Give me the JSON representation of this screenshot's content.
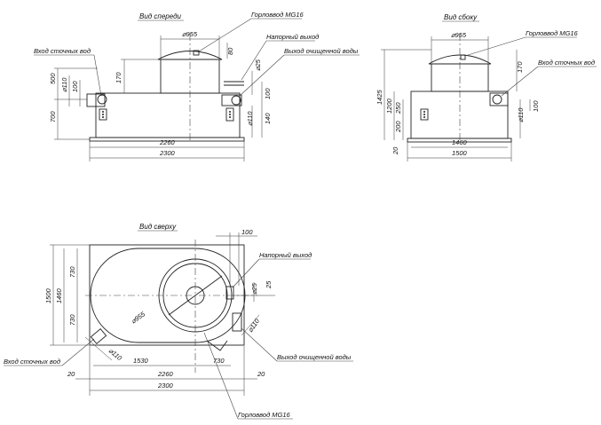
{
  "views": {
    "front": {
      "title": "Вид спереди",
      "labels": {
        "inlet": "Вход сточных вод",
        "hatch": "Горловвод MG16",
        "pressure_outlet": "Напорный выход",
        "clean_outlet": "Выход очищенной воды"
      },
      "dims": {
        "d955": "⌀955",
        "d80": "80",
        "d25": "⌀25",
        "d170": "170",
        "d500": "500",
        "d110": "⌀110",
        "d100a": "100",
        "d700": "700",
        "d100b": "100",
        "d110b": "⌀110",
        "d140": "140",
        "w2260": "2260",
        "w2300": "2300"
      }
    },
    "side": {
      "title": "Вид сбоку",
      "labels": {
        "hatch": "Горловвод MG16",
        "inlet": "Вход сточных вод"
      },
      "dims": {
        "d955": "⌀955",
        "d170": "170",
        "h1425": "1425",
        "h1200": "1200",
        "h250": "250",
        "h200": "200",
        "d110": "⌀110",
        "d100": "100",
        "d20": "20",
        "w1460": "1460",
        "w1500": "1500"
      }
    },
    "top": {
      "title": "Вид сверху",
      "labels": {
        "pressure_outlet": "Напорный выход",
        "inlet": "Вход сточных вод",
        "clean_outlet": "Выход очищенной воды",
        "hatch": "Горловвод MG16"
      },
      "dims": {
        "d100": "100",
        "h1500": "1500",
        "h1460": "1460",
        "h730a": "730",
        "h730b": "730",
        "d25": "⌀25",
        "d25b": "25",
        "d955": "⌀955",
        "d110a": "⌀110",
        "d110b": "⌀110",
        "w1530": "1530",
        "w730": "730",
        "w2260": "2260",
        "w2300": "2300",
        "d20a": "20",
        "d20b": "20"
      }
    }
  }
}
